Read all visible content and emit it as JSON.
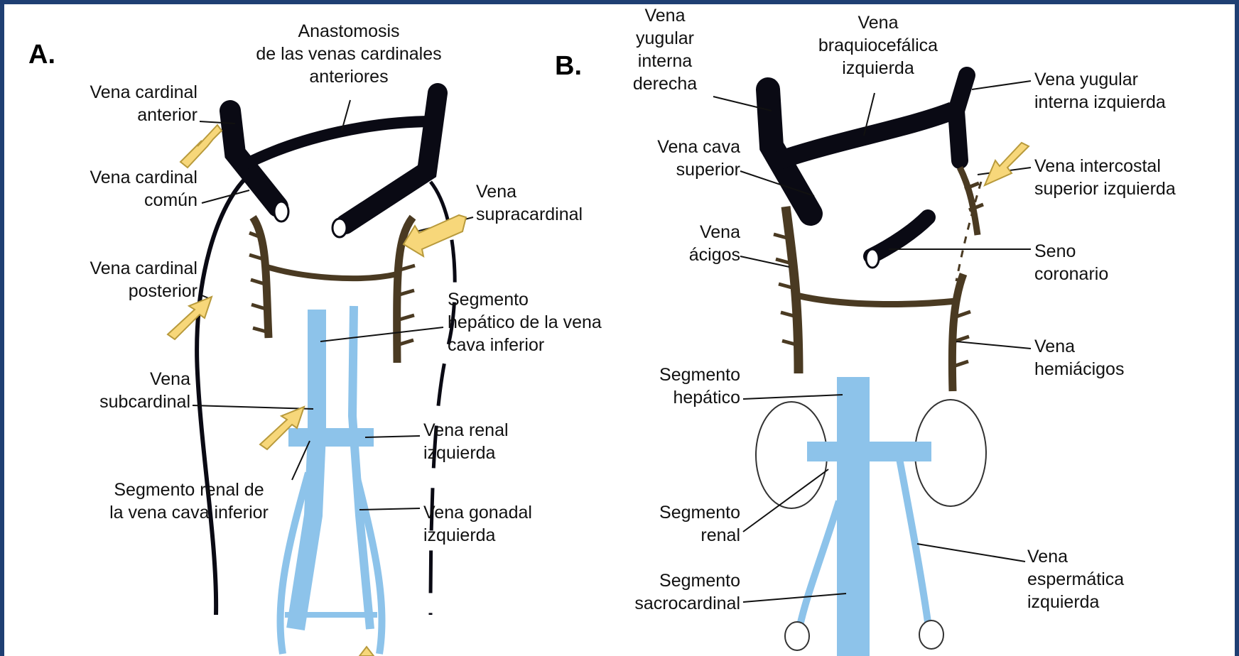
{
  "panel_a": {
    "letter": "A.",
    "labels": {
      "anastomosis": [
        "Anastomosis",
        "de las venas cardinales",
        "anteriores"
      ],
      "cardinal_anterior": [
        "Vena cardinal",
        "anterior"
      ],
      "cardinal_comun": [
        "Vena cardinal",
        "común"
      ],
      "supracardinal": [
        "Vena",
        "supracardinal"
      ],
      "cardinal_posterior": [
        "Vena cardinal",
        "posterior"
      ],
      "segmento_hepatico": [
        "Segmento",
        "hepático de la vena",
        "cava inferior"
      ],
      "subcardinal": [
        "Vena",
        "subcardinal"
      ],
      "renal_izquierda": [
        "Vena renal",
        "izquierda"
      ],
      "segmento_renal": [
        "Segmento renal de",
        "la vena cava inferior"
      ],
      "gonadal_izquierda": [
        "Vena gonadal",
        "izquierda"
      ]
    }
  },
  "panel_b": {
    "letter": "B.",
    "labels": {
      "yugular_derecha": [
        "Vena",
        "yugular",
        "interna",
        "derecha"
      ],
      "braquiocefalica": [
        "Vena",
        "braquiocefálica",
        "izquierda"
      ],
      "yugular_izquierda": [
        "Vena yugular",
        "interna izquierda"
      ],
      "cava_superior": [
        "Vena cava",
        "superior"
      ],
      "intercostal": [
        "Vena intercostal",
        "superior izquierda"
      ],
      "acigos": [
        "Vena",
        "ácigos"
      ],
      "seno_coronario": [
        "Seno",
        "coronario"
      ],
      "hemiacigos": [
        "Vena",
        "hemiácigos"
      ],
      "segmento_hepatico": [
        "Segmento",
        "hepático"
      ],
      "segmento_renal": [
        "Segmento",
        "renal"
      ],
      "espermatica": [
        "Vena",
        "espermática",
        "izquierda"
      ],
      "sacrocardinal": [
        "Segmento",
        "sacrocardinal"
      ]
    }
  },
  "colors": {
    "vein_dark": "#0a0a14",
    "vein_brown": "#4a3a22",
    "vein_blue": "#8dc3ea",
    "arrow_fill": "#f7d77a",
    "arrow_stroke": "#b89a3c",
    "frame": "#1f3f73"
  }
}
